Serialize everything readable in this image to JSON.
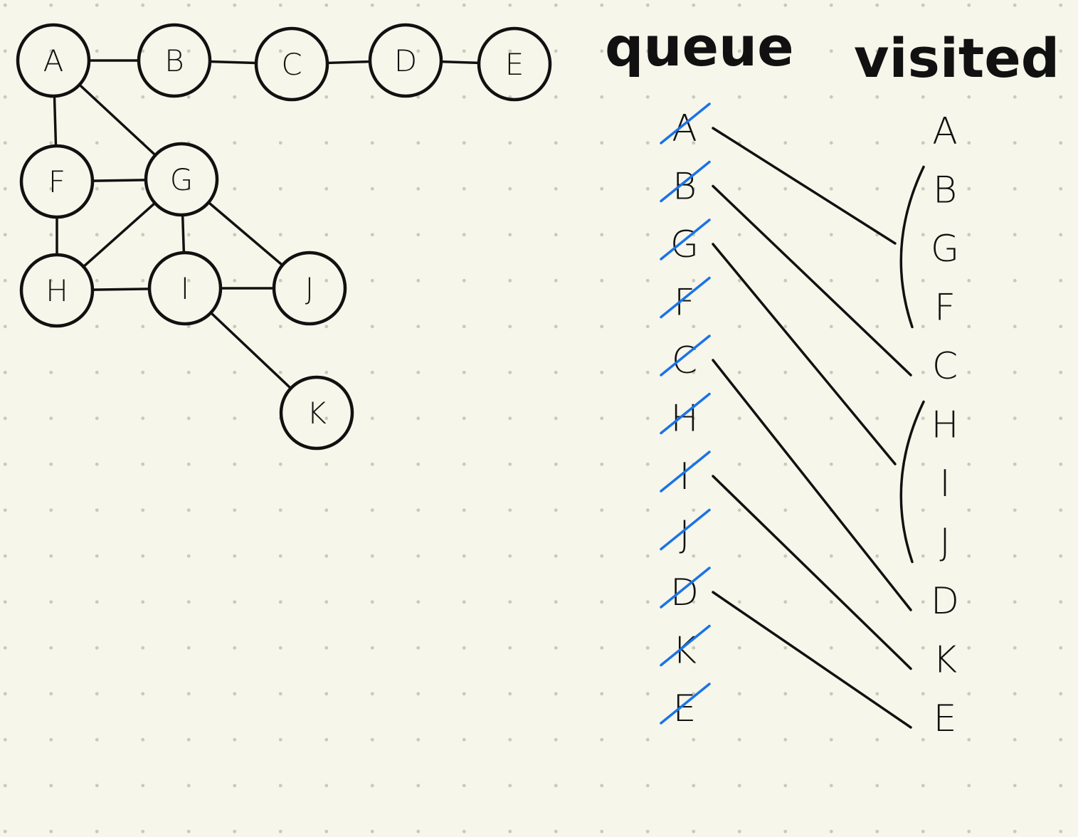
{
  "graph": {
    "nodes": [
      "A",
      "B",
      "C",
      "D",
      "E",
      "F",
      "G",
      "H",
      "I",
      "J",
      "K"
    ],
    "edges": [
      [
        "A",
        "B"
      ],
      [
        "B",
        "C"
      ],
      [
        "C",
        "D"
      ],
      [
        "D",
        "E"
      ],
      [
        "A",
        "F"
      ],
      [
        "A",
        "G"
      ],
      [
        "F",
        "G"
      ],
      [
        "F",
        "H"
      ],
      [
        "G",
        "H"
      ],
      [
        "G",
        "I"
      ],
      [
        "G",
        "J"
      ],
      [
        "H",
        "I"
      ],
      [
        "I",
        "J"
      ],
      [
        "I",
        "K"
      ]
    ]
  },
  "queue": {
    "title": "queue",
    "items": [
      "A",
      "B",
      "G",
      "F",
      "C",
      "H",
      "I",
      "J",
      "D",
      "K",
      "E"
    ],
    "crossed_out": [
      true,
      true,
      true,
      true,
      true,
      true,
      true,
      true,
      true,
      true,
      true
    ],
    "strike_color": "#1a73e8"
  },
  "visited": {
    "title": "visited",
    "items": [
      "A",
      "B",
      "G",
      "F",
      "C",
      "H",
      "I",
      "J",
      "D",
      "K",
      "E"
    ],
    "groups": [
      [
        "B",
        "G",
        "F"
      ],
      [
        "H",
        "I",
        "J"
      ]
    ]
  },
  "links": [
    {
      "from": "A",
      "to_group": 0
    },
    {
      "from": "B",
      "to": "C"
    },
    {
      "from": "G",
      "to_group": 1
    },
    {
      "from": "C",
      "to": "D"
    },
    {
      "from": "I",
      "to": "K"
    },
    {
      "from": "D",
      "to": "E"
    }
  ]
}
